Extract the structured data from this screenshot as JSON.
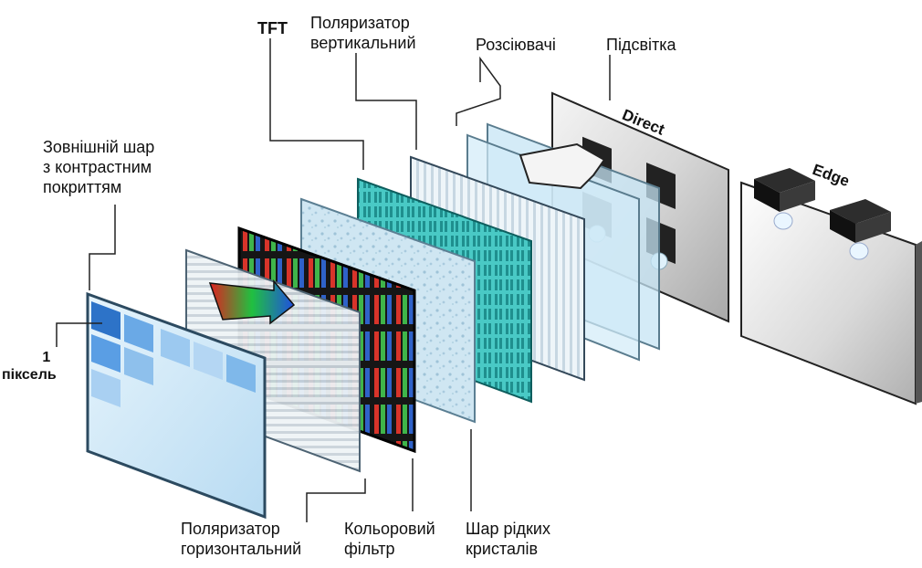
{
  "labels": {
    "outer_layer": [
      "Зовнішній шар",
      "з контрастним",
      "покриттям"
    ],
    "pixel": [
      "1",
      "піксель"
    ],
    "tft": "TFT",
    "polarizer_vertical": [
      "Поляризатор",
      "вертикальний"
    ],
    "diffusers": "Розсіювачі",
    "backlight": "Підсвітка",
    "direct": "Direct",
    "edge": "Edge",
    "polarizer_horizontal": [
      "Поляризатор",
      "горизонтальний"
    ],
    "color_filter": [
      "Кольоровий",
      "фільтр"
    ],
    "liquid_crystal": [
      "Шар рідких",
      "кристалів"
    ]
  },
  "colors": {
    "glass_blue": "#bfe0f5",
    "teal": "#3cc2c0",
    "dark": "#1e1e1e",
    "grey_panel": "#cfcfcf",
    "leader_line": "#222222"
  }
}
